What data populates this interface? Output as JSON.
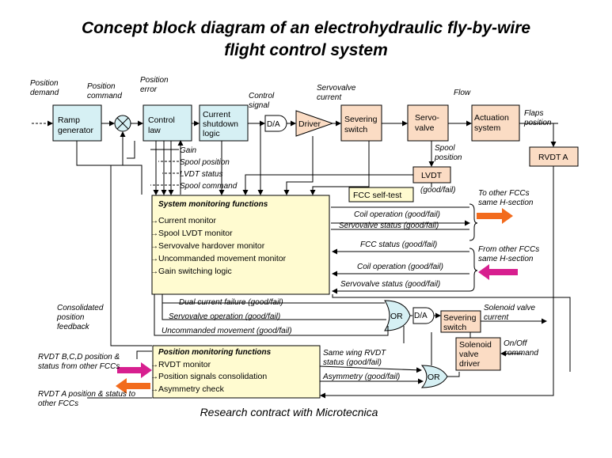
{
  "title_line1": "Concept block diagram of an electrohydraulic fly-by-wire",
  "title_line2": "flight  control system",
  "footer": "Research contract with Microtecnica",
  "colors": {
    "cyan_block": "#d6f0f4",
    "peach_block": "#fbdcc4",
    "yellow_block": "#fffbd0",
    "arrow_orange": "#f26b1d",
    "arrow_magenta": "#d71f8f"
  },
  "blocks": {
    "ramp": [
      "Ramp",
      "generator"
    ],
    "control_law": [
      "Control",
      "law"
    ],
    "current_shutdown": [
      "Current",
      "shutdown",
      "logic"
    ],
    "da1": "D/A",
    "driver": "Driver",
    "severing1": [
      "Severing",
      "switch"
    ],
    "servovalve": [
      "Servo-",
      "valve"
    ],
    "actuation": [
      "Actuation",
      "system"
    ],
    "rvdt_a": "RVDT A",
    "lvdt": "LVDT",
    "fcc_selftest": "FCC self-test",
    "or1": "OR",
    "da2": "D/A",
    "severing2": [
      "Severing",
      "switch"
    ],
    "solenoid_driver": [
      "Solenoid",
      "valve",
      "driver"
    ],
    "or2": "OR"
  },
  "system_monitoring": {
    "header": "System monitoring  functions",
    "items": [
      "Current monitor",
      "Spool LVDT monitor",
      "Servovalve hardover monitor",
      "Uncommanded movement monitor",
      "Gain switching logic"
    ]
  },
  "position_monitoring": {
    "header": "Position monitoring  functions",
    "items": [
      "RVDT monitor",
      "Position signals consolidation",
      "Asymmetry check"
    ]
  },
  "labels": {
    "position_demand": [
      "Position",
      "demand"
    ],
    "position_command": [
      "Position",
      "command"
    ],
    "position_error": [
      "Position",
      "error"
    ],
    "control_signal": [
      "Control",
      "signal"
    ],
    "servovalve_current": [
      "Servovalve",
      "current"
    ],
    "flow": "Flow",
    "flaps_position": [
      "Flaps",
      "position"
    ],
    "spool_position_out": [
      "Spool",
      "position"
    ],
    "gain": "Gain",
    "spool_position": "Spool position",
    "lvdt_status": "LVDT status",
    "spool_command": "Spool command",
    "lvdt_goodfail": "(good/fail)",
    "to_other_fccs": [
      "To other FCCs",
      "same H-section"
    ],
    "coil_operation_out": "Coil operation (good/fail)",
    "servovalve_status_out": "Servovalve status (good/fail)",
    "fcc_status": "FCC status (good/fail)",
    "from_other_fccs": [
      "From other FCCs",
      "same H-section"
    ],
    "coil_operation_in": "Coil operation (good/fail)",
    "servovalve_status_in": "Servovalve status (good/fail)",
    "consolidated": [
      "Consolidated",
      "position",
      "feedback"
    ],
    "dual_current": "Dual current failure (good/fail)",
    "servovalve_operation": "Servovalve operation (good/fail)",
    "uncommanded": "Uncommanded movement (good/fail)",
    "solenoid_current": [
      "Solenoid valve",
      "current"
    ],
    "onoff_command": [
      "On/Off",
      "command"
    ],
    "rvdt_bcd": [
      "RVDT B,C,D position &",
      "status  from other FCCs"
    ],
    "same_wing_rvdt": [
      "Same wing RVDT",
      "status (good/fail)"
    ],
    "asymmetry": "Asymmetry (good/fail)",
    "rvdt_a_pos": [
      "RVDT A position & status  to",
      "other FCCs"
    ]
  }
}
